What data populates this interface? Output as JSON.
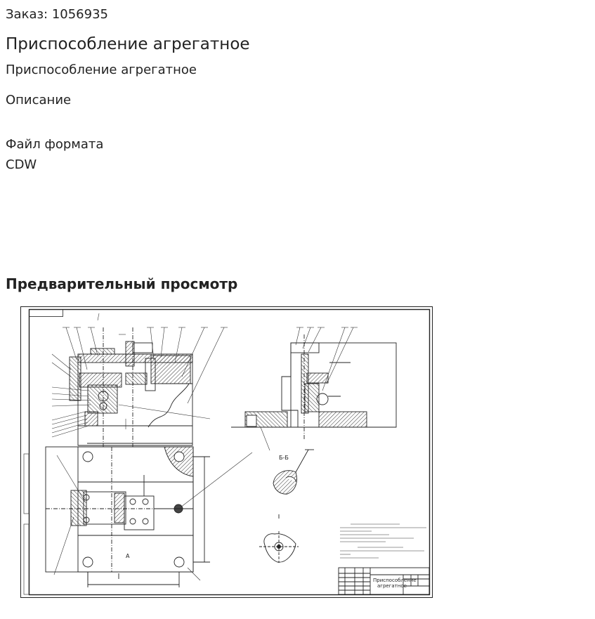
{
  "order": {
    "label": "Заказ: 1056935"
  },
  "product": {
    "title": "Приспособление агрегатное",
    "subtitle": "Приспособление агрегатное"
  },
  "description": {
    "heading": "Описание"
  },
  "file_format": {
    "label": "Файл формата",
    "value": "CDW"
  },
  "preview": {
    "heading": "Предварительный просмотр",
    "image_icon": "technical-drawing-preview",
    "drawing_labels": {
      "section": "Б-Б",
      "view": "А",
      "stamp_title_line1": "Приспособление",
      "stamp_title_line2": "агрегатное"
    }
  }
}
